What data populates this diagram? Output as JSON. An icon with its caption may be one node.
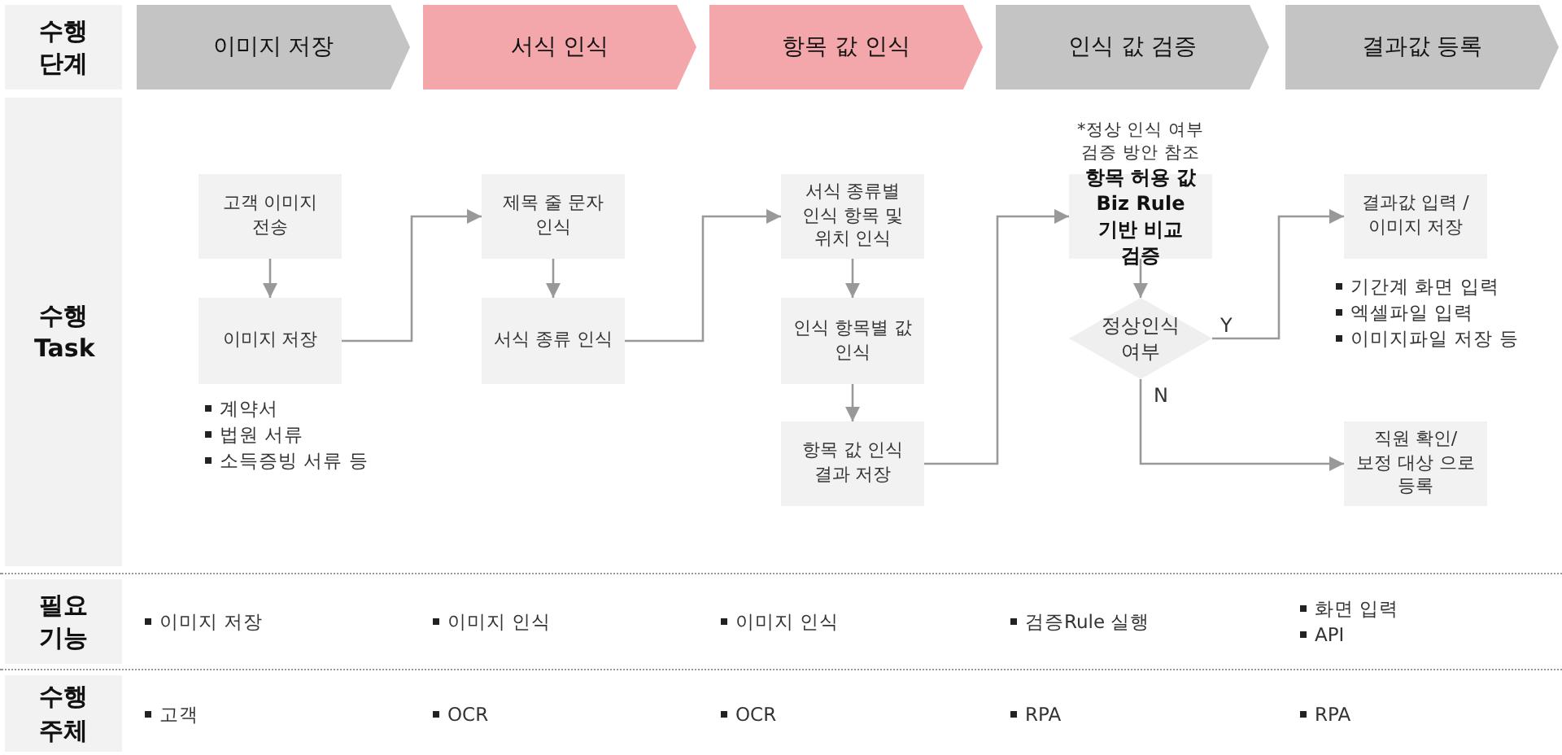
{
  "diagram": {
    "nodes": [
      {
        "text": [
          "수행 단계"
        ]
      },
      {
        "text": [
          "이미지 저장"
        ]
      },
      {
        "text": [
          "서식 인식"
        ]
      },
      {
        "text": [
          "항목 값 인식"
        ]
      },
      {
        "text": [
          "인식 값 검증"
        ]
      },
      {
        "text": [
          "결과값 등록"
        ]
      },
      {
        "text": [
          "수행 Task"
        ]
      },
      {
        "text": [
          "고객 이미지 전송"
        ]
      },
      {
        "text": [
          "이미지 저장"
        ],
        "beside": [
          "계약서",
          "법원 서류",
          "소득증빙 서류 등"
        ]
      },
      {
        "text": [
          "제목 줄 문자 인식"
        ]
      },
      {
        "text": [
          "서식 종류 인식"
        ]
      },
      {
        "text": [
          "서식 종류별 인식 항목 및 위치 인식"
        ]
      },
      {
        "text": [
          "인식 항목별 값 인식"
        ]
      },
      {
        "text": [
          "항목 값 인식 결과 저장"
        ]
      },
      {
        "text": [
          "항목 허용 값 Biz Rule 기반 비교 검증"
        ],
        "beside": [
          "*정상 인식 여부 검증 방안 참조"
        ]
      },
      {
        "text": [
          "정상인식 여부"
        ]
      },
      {
        "text": [
          "결과값 입력 /이미지 저장"
        ],
        "beside": [
          "기간계 화면 입력",
          "엑셀파일 입력",
          "이미지파일 저장 등"
        ]
      },
      {
        "text": [
          "직원 확인/ 보정 대상 으로 등록"
        ]
      },
      {
        "text": [
          "필요 기능"
        ]
      },
      {
        "text": [
          "수행 주체"
        ]
      }
    ],
    "edges": [
      {
        "from": 7,
        "to": 8,
        "arrow": "to"
      },
      {
        "from": 8,
        "to": 9,
        "arrow": "to"
      },
      {
        "from": 9,
        "to": 10,
        "arrow": "to"
      },
      {
        "from": 10,
        "to": 11,
        "arrow": "to"
      },
      {
        "from": 11,
        "to": 12,
        "arrow": "to"
      },
      {
        "from": 12,
        "to": 13,
        "arrow": "to"
      },
      {
        "from": 13,
        "to": 14,
        "arrow": "to"
      },
      {
        "from": 14,
        "to": 15,
        "arrow": "to"
      },
      {
        "from": 15,
        "to": 16,
        "arrow": "to",
        "label": "Y"
      },
      {
        "from": 15,
        "to": 17,
        "arrow": "to",
        "label": "N"
      }
    ],
    "labels": [
      "이미지 저장",
      "이미지 인식",
      "이미지 인식",
      "검증Rule 실행",
      "화면 입력",
      "API",
      "고객",
      "OCR",
      "OCR",
      "RPA",
      "RPA"
    ]
  }
}
